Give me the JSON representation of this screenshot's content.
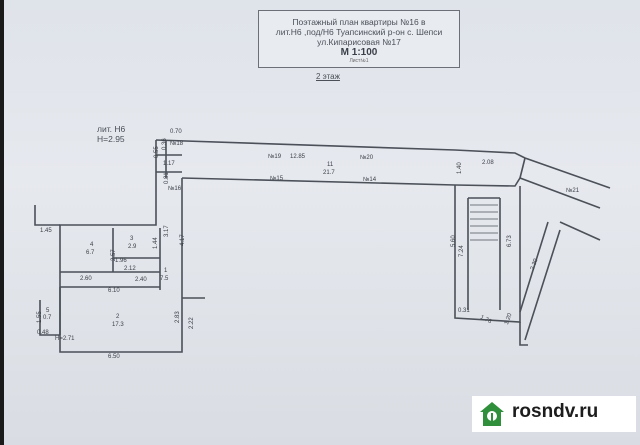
{
  "title_block": {
    "line1": "Поэтажный план квартиры №16 в",
    "line2": "лит.Н6 ,под/Н6 Туапсинский р-он с. Шепси",
    "line3": "ул.Кипарисовая №17",
    "scale": "М 1:100",
    "sheet": "Лист№1"
  },
  "floor_label": "2 этаж",
  "building": {
    "lit": "лит. Н6",
    "height": "Н=2.95"
  },
  "labels": {
    "d_12_85": "12.85",
    "room11_num": "11",
    "room11_area": "21.7",
    "n19": "№19",
    "n20": "№20",
    "n15": "№15",
    "n14": "№14",
    "d_1_40": "1.40",
    "d_2_08": "2.08",
    "n21": "№21",
    "d_1_45": "1.45",
    "room4_num": "4",
    "room4_area": "6.7",
    "room3_num": "3",
    "room3_area": "2.9",
    "d_1_44": "1.44",
    "d_2_57": "2.57",
    "d_1_96": "1.96",
    "d_2_12": "2.12",
    "d_3_17": "3.17",
    "d_4_17": "4.17",
    "d_2_60": "2.60",
    "d_2_40": "2.40",
    "room1_num": "1",
    "room1_area": "7.5",
    "d_6_10": "6.10",
    "room2_num": "2",
    "room2_area": "17.3",
    "d_2_83": "2.83",
    "d_2_22": "2.22",
    "d_1_55": "1.55",
    "room5_num": "5",
    "room5_area": "0.7",
    "d_0_48": "0.48",
    "h_2_71": "Н=2.71",
    "d_6_50": "6.50",
    "d_0_36": "0.36",
    "d_0_70": "0.70",
    "d_1_17": "1.17",
    "d_0_55": "0.55",
    "d_0_81": "0.81",
    "n16": "№16",
    "n18": "№18",
    "d_5_60": "5.60",
    "d_7_24": "7.24",
    "d_6_73": "6.73",
    "d_0_31": "0.31",
    "d_1_76": "1.76",
    "d_1_20": "1.20",
    "d_2_30": "2.30"
  },
  "watermark": {
    "text": "rosndv.ru",
    "logo": "house-logo-icon"
  }
}
